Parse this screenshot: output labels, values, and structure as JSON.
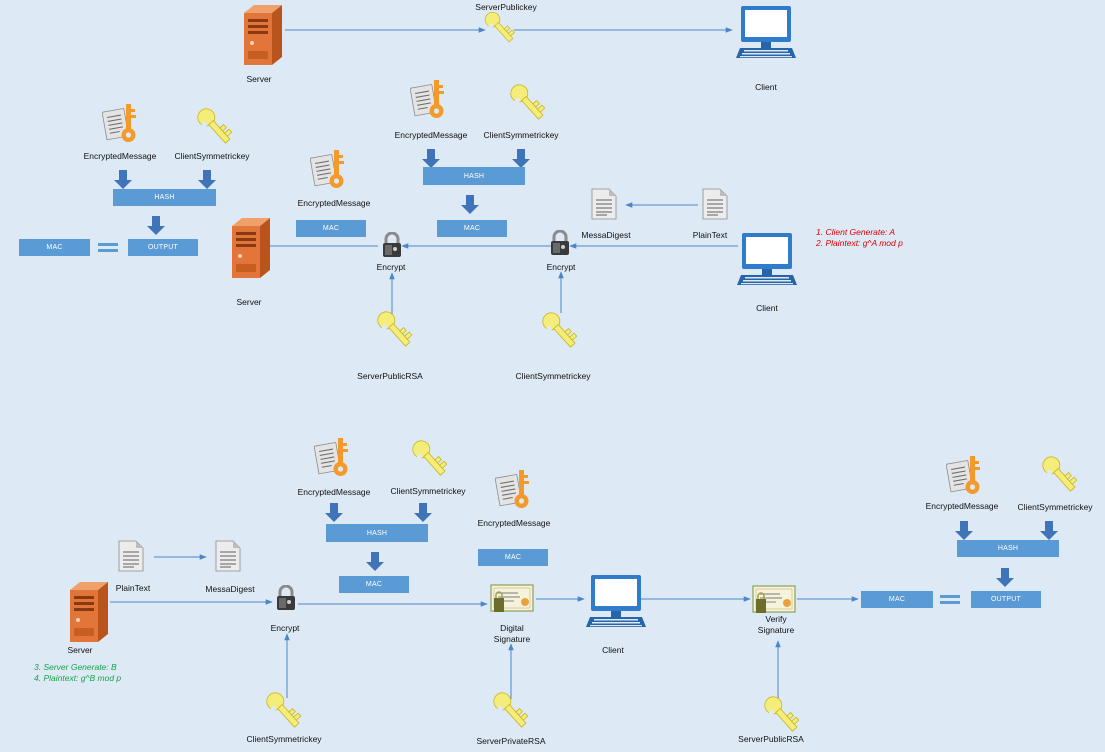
{
  "colors": {
    "background": "#dde9f5",
    "box_fill": "#5b9bd5",
    "box_text": "#ffffff",
    "arrow_line": "#4a86c8",
    "block_arrow": "#3f74b8",
    "server_orange": "#e2763a",
    "key_yellow": "#f4ed7a",
    "key_orange": "#f39a2b",
    "monitor_blue": "#2f7ccd",
    "note_red": "#e00000",
    "note_green": "#16a34a"
  },
  "labels": {
    "server_top": "Server",
    "server_public_key": "ServerPublickey",
    "client_top": "Client",
    "p2_em_left": "EncryptedMessage",
    "p2_csk_left": "ClientSymmetrickey",
    "p2_em_center": "EncryptedMessage",
    "p2_em_hash": "EncryptedMessage",
    "p2_csk_hash": "ClientSymmetrickey",
    "p2_messa_digest": "MessaDigest",
    "p2_plain_text": "PlainText",
    "p2_encrypt_left": "Encrypt",
    "p2_encrypt_right": "Encrypt",
    "p2_server": "Server",
    "p2_client": "Client",
    "p2_server_public_rsa": "ServerPublicRSA",
    "p2_client_symmetric_key": "ClientSymmetrickey",
    "p3_em_hash": "EncryptedMessage",
    "p3_csk_hash": "ClientSymmetrickey",
    "p3_em_right": "EncryptedMessage",
    "p3_plain_text": "PlainText",
    "p3_messa_digest": "MessaDigest",
    "p3_server": "Server",
    "p3_encrypt": "Encrypt",
    "p3_digital_signature": "Digital\nSignature",
    "p3_client": "Client",
    "p3_verify_signature": "Verify\nSignature",
    "p3_em_far": "EncryptedMessage",
    "p3_csk_far": "ClientSymmetrickey",
    "p3_client_symmetric_key": "ClientSymmetrickey",
    "p3_server_private_rsa": "ServerPrivateRSA",
    "p3_server_public_rsa": "ServerPublicRSA"
  },
  "boxes": {
    "p2_hash_left": "HASH",
    "p2_mac_left": "MAC",
    "p2_output_left": "OUTPUT",
    "p2_mac_center": "MAC",
    "p2_hash_center": "HASH",
    "p2_mac_center2": "MAC",
    "p3_hash": "HASH",
    "p3_mac": "MAC",
    "p3_mac_signature": "MAC",
    "p3_hash_right": "HASH",
    "p3_mac_right": "MAC",
    "p3_output_right": "OUTPUT"
  },
  "notes": {
    "client_steps": [
      "1.  Client Generate: A",
      "2. Plaintext: g^A mod p"
    ],
    "server_steps": [
      "3.  Server Generate: B",
      "4. Plaintext: g^B mod p"
    ]
  }
}
